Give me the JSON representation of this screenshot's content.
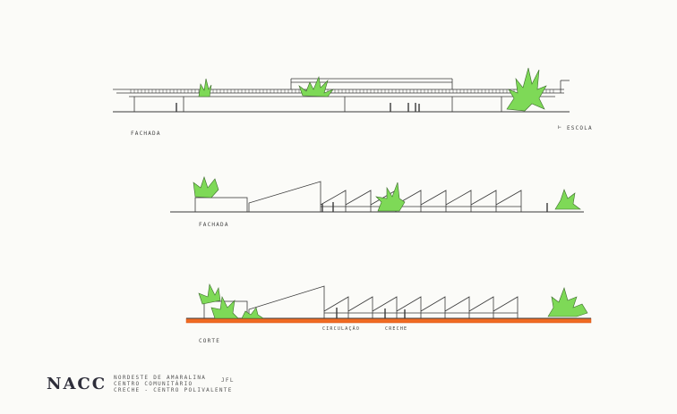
{
  "labels": {
    "fachada_1": "FACHADA",
    "escola": "ESCOLA",
    "fachada_2": "FACHADA",
    "corte": "CORTE",
    "circulacao": "CIRCULAÇÃO",
    "creche": "CRECHE"
  },
  "title_block": {
    "logo": "NACC",
    "line1": "NORDESTE DE AMARALINA",
    "line2": "CENTRO COMUNITÁRIO",
    "line3": "CRECHE - CENTRO POLIVALENTE",
    "initials": "JFL"
  },
  "colors": {
    "paper": "#fbfbf8",
    "ink": "#333333",
    "foliage": "#7ed957",
    "ground": "#f06a22"
  }
}
